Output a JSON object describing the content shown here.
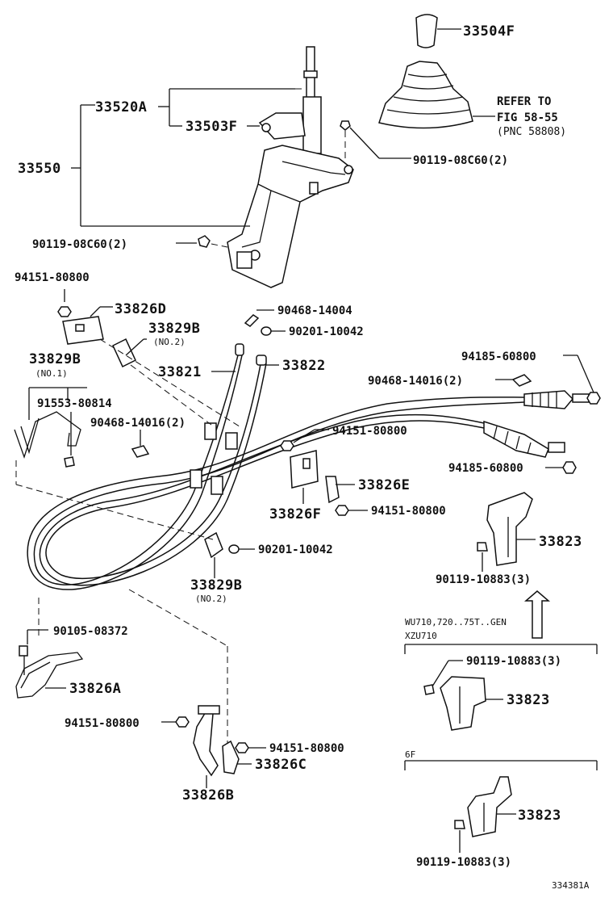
{
  "labels": {
    "p33504F": "33504F",
    "p33520A": "33520A",
    "p33503F": "33503F",
    "p33550": "33550",
    "refer_line1": "REFER TO",
    "refer_line2": "FIG 58-55",
    "refer_line3": "(PNC 58808)",
    "p90119_08C60_top": "90119-08C60(2)",
    "p90119_08C60_left": "90119-08C60(2)",
    "p94151_80800_a": "94151-80800",
    "p33826D": "33826D",
    "p33829B_a": "33829B",
    "no2_a": "(NO.2)",
    "p90468_14004": "90468-14004",
    "p90201_10042_a": "90201-10042",
    "p33829B_b": "33829B",
    "no1": "(NO.1)",
    "p33821": "33821",
    "p33822": "33822",
    "p94185_60800_a": "94185-60800",
    "p90468_14016_a": "90468-14016(2)",
    "p91553_80814": "91553-80814",
    "p90468_14016_b": "90468-14016(2)",
    "p94151_80800_b": "94151-80800",
    "p94185_60800_b": "94185-60800",
    "p33826E": "33826E",
    "p33826F": "33826F",
    "p94151_80800_c": "94151-80800",
    "p33823_a": "33823",
    "p90201_10042_b": "90201-10042",
    "p33829B_c": "33829B",
    "no2_b": "(NO.2)",
    "p90119_10883_a": "90119-10883(3)",
    "variant_1": "WU710,720..75T..GEN",
    "variant_2": "XZU710",
    "p90105_08372": "90105-08372",
    "p90119_10883_b": "90119-10883(3)",
    "p33826A": "33826A",
    "p33823_b": "33823",
    "p94151_80800_d": "94151-80800",
    "p94151_80800_e": "94151-80800",
    "p33826C": "33826C",
    "variant_6f": "6F",
    "p33826B": "33826B",
    "p33823_c": "33823",
    "p90119_10883_c": "90119-10883(3)",
    "figure_id": "334381A"
  }
}
